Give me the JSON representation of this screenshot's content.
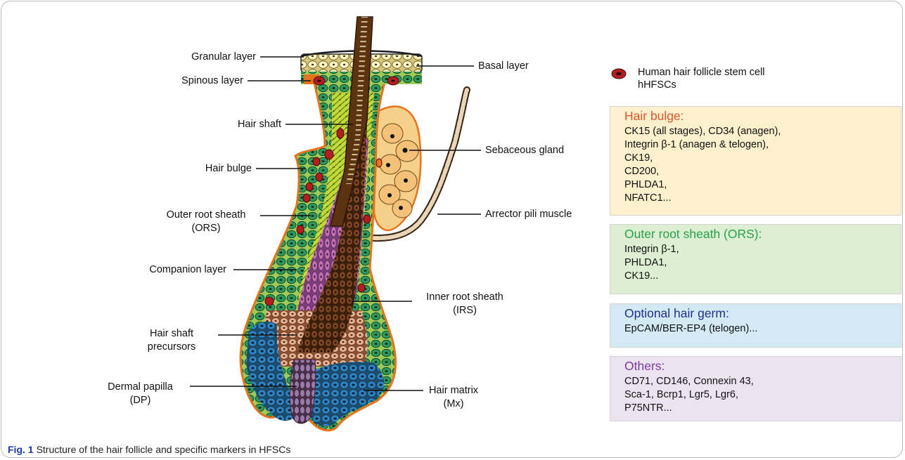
{
  "labels": {
    "granular_layer": "Granular layer",
    "spinous_layer": "Spinous layer",
    "basal_layer": "Basal layer",
    "hair_shaft": "Hair shaft",
    "sebaceous_gland": "Sebaceous gland",
    "hair_bulge": "Hair  bulge",
    "outer_root_sheath": [
      "Outer root sheath",
      "(ORS)"
    ],
    "arrector_pili_muscle": "Arrector pili muscle",
    "companion_layer": "Companion layer",
    "inner_root_sheath": [
      "Inner root sheath",
      "(IRS)"
    ],
    "hair_shaft_precursors": [
      "Hair shaft",
      "precursors"
    ],
    "dermal_papilla": [
      "Dermal papilla",
      "(DP)"
    ],
    "hair_matrix": [
      "Hair matrix",
      "(Mx)"
    ]
  },
  "legend": {
    "line1": "Human hair follicle stem cell",
    "line2": "hHFSCs"
  },
  "marker_boxes": [
    {
      "title": "Hair  bulge:",
      "title_color": "#e2542a",
      "bg": "#fcf1cc",
      "lines": [
        "CK15 (all stages), CD34 (anagen),",
        "Integrin β-1 (anagen & telogen),",
        "CK19,",
        "CD200,",
        "PHLDA1,",
        "NFATC1..."
      ]
    },
    {
      "title": "Outer root sheath (ORS):",
      "title_color": "#27a049",
      "bg": "#dcefd2",
      "lines": [
        "Integrin β-1,",
        "PHLDA1,",
        "CK19..."
      ]
    },
    {
      "title": "Optional hair germ:",
      "title_color": "#1f2f8f",
      "bg": "#d3eaf5",
      "lines": [
        "EpCAM/BER-EP4 (telogen)..."
      ]
    },
    {
      "title": "Others:",
      "title_color": "#7a3a9e",
      "bg": "#ece3f1",
      "lines": [
        "CD71, CD146, Connexin 43,",
        "Sca-1, Bcrp1,  Lgr5, Lgr6,",
        "P75NTR..."
      ]
    }
  ],
  "caption": {
    "label": "Fig. 1",
    "text": "Structure of the hair follicle and specific markers in HFSCs"
  },
  "colors": {
    "outline": "#e8731f",
    "ors_cell": "#2c9a5e",
    "irs_cell": "#c56fb4",
    "shaft": "#6b3a1a",
    "matrix_cell": "#2f86c4",
    "precursor_cell": "#e6b394",
    "stem_cell": "#b31f1f",
    "sebaceous": "#f6cf8a"
  }
}
